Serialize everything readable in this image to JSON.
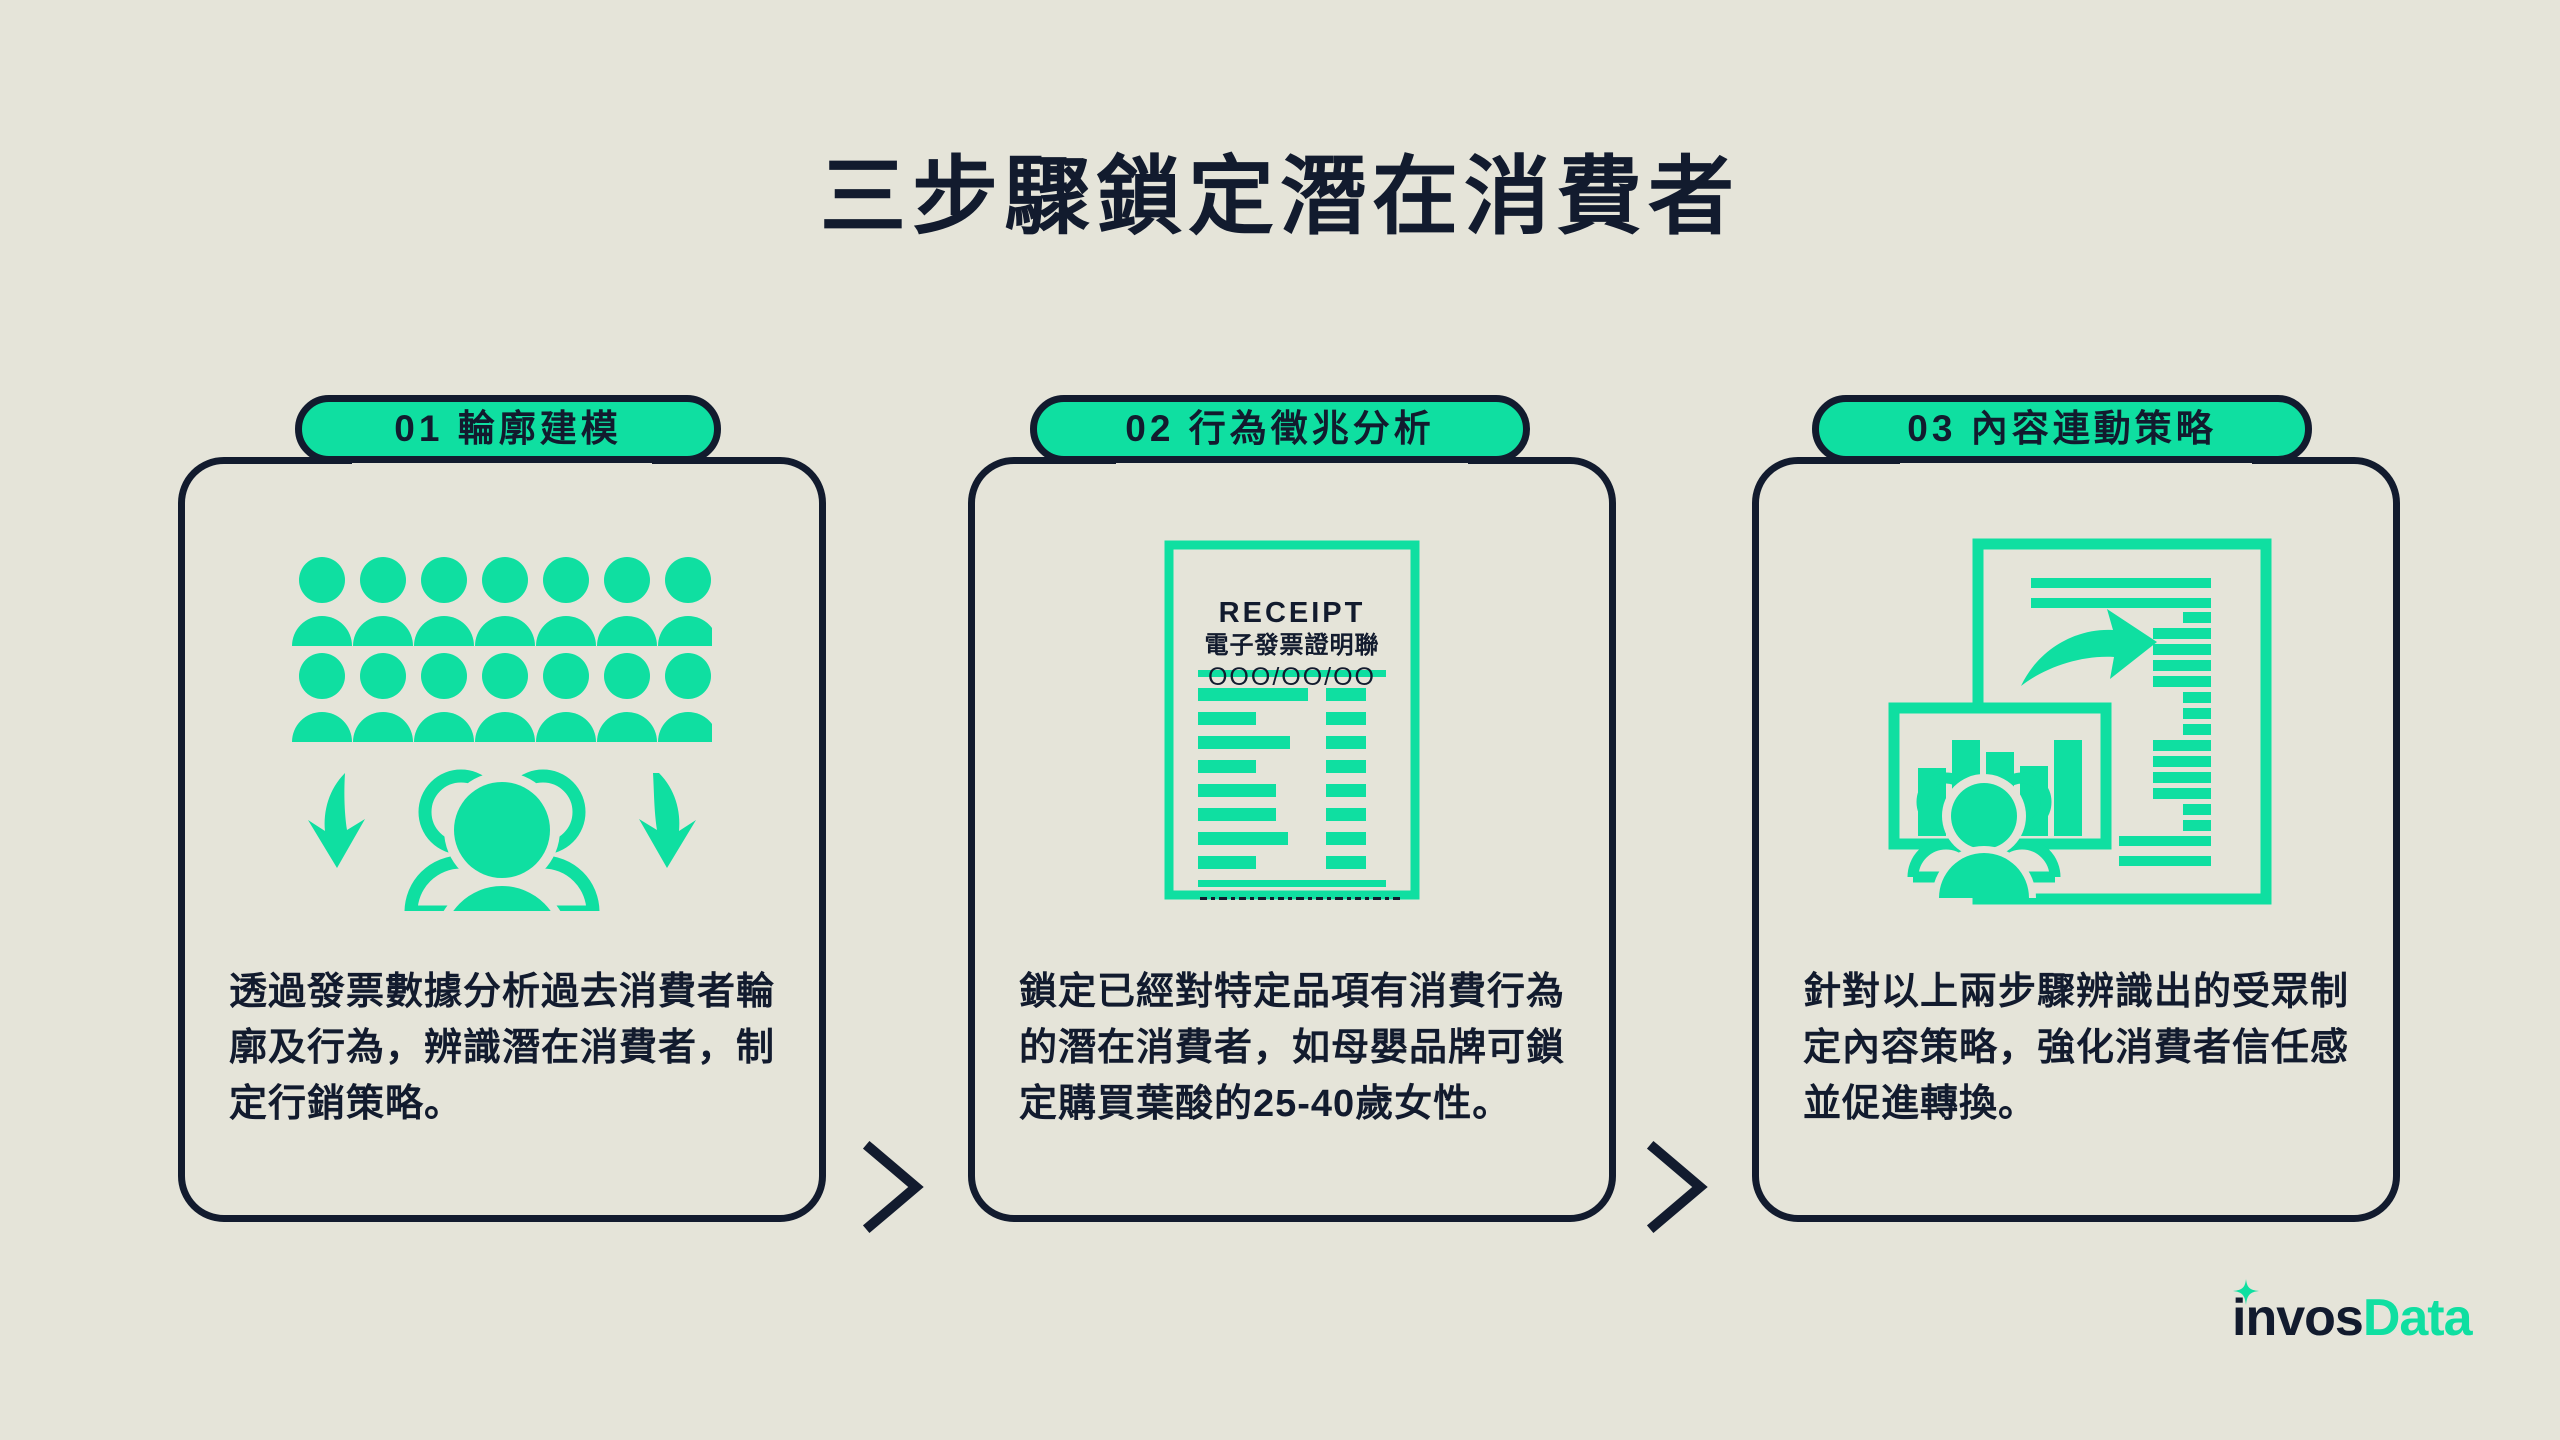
{
  "theme": {
    "background": "#E5E4D9",
    "ink": "#121B2E",
    "accent": "#0FDFA1"
  },
  "page": {
    "title": "三步驟鎖定潛在消費者"
  },
  "separators": [
    {
      "name": "chevron-1",
      "glyph": ">"
    },
    {
      "name": "chevron-2",
      "glyph": ">"
    }
  ],
  "cards": [
    {
      "step": "01",
      "pill_label": "01 輪廓建模",
      "icon": "crowd-audience-icon",
      "body": "透過發票數據分析過去消費者輪廓及行為，辨識潛在消費者，制定行銷策略。"
    },
    {
      "step": "02",
      "pill_label": "02 行為徵兆分析",
      "icon": "receipt-invoice-icon",
      "body": "鎖定已經對特定品項有消費行為的潛在消費者，如母嬰品牌可鎖定購買葉酸的25-40歲女性。"
    },
    {
      "step": "03",
      "pill_label": "03 內容連動策略",
      "icon": "report-dashboard-icon",
      "body": "針對以上兩步驟辨識出的受眾制定內容策略，強化消費者信任感並促進轉換。"
    }
  ],
  "receipt": {
    "title": "RECEIPT",
    "subtitle": "電子發票證明聯",
    "number": "OOO/OO/OO",
    "line_item_count": 8,
    "barcode_bars": 21
  },
  "logo": {
    "part1": "invos",
    "part2": "Data",
    "star_icon": "four-point-star-icon"
  }
}
